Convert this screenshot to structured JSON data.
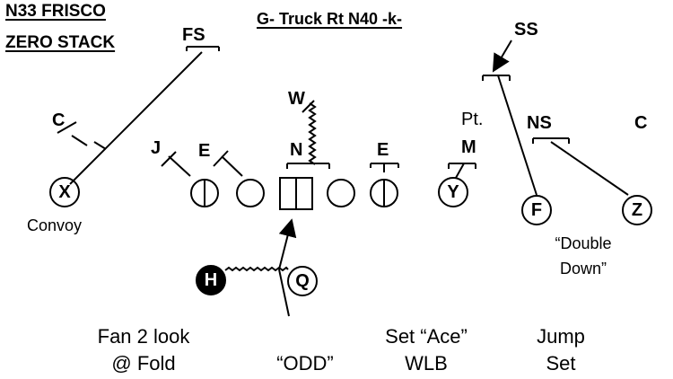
{
  "title_lines": [
    "N33 FRISCO",
    "ZERO STACK"
  ],
  "call": "G- Truck Rt N40 -k-",
  "defenders": {
    "fs": "FS",
    "ss": "SS",
    "c_left": "C",
    "c_right": "C",
    "w": "W",
    "j": "J",
    "e_left": "E",
    "n": "N",
    "e_right": "E",
    "m": "M",
    "pt": "Pt.",
    "ns": "NS"
  },
  "offense": {
    "x": "X",
    "y": "Y",
    "f": "F",
    "z": "Z",
    "h": "H",
    "q": "Q"
  },
  "notes": {
    "convoy": "Convoy",
    "double_down_1": "“Double",
    "double_down_2": "Down”",
    "fan_1": "Fan 2 look",
    "fan_2": "@ Fold",
    "odd": "“ODD”",
    "set_ace_1": "Set “Ace”",
    "set_ace_2": "WLB",
    "jump_1": "Jump",
    "jump_2": "Set"
  }
}
